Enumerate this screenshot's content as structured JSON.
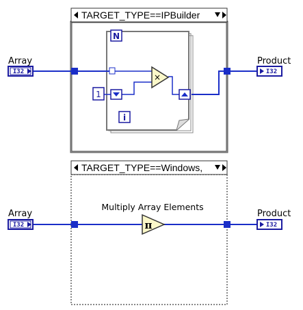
{
  "top_structure": {
    "selector_label": "TARGET_TYPE==IPBuilder",
    "left_terminal": {
      "label": "Array",
      "type": "I32"
    },
    "right_terminal": {
      "label": "Product",
      "type": "I32"
    },
    "for_loop": {
      "count_label": "N",
      "iteration_label": "i",
      "init_constant": "1",
      "multiply_symbol": "×"
    }
  },
  "bottom_structure": {
    "selector_label": "TARGET_TYPE==Windows,",
    "left_terminal": {
      "label": "Array",
      "type": "I32"
    },
    "right_terminal": {
      "label": "Product",
      "type": "I32"
    },
    "function_label": "Multiply Array Elements",
    "function_symbol": "π"
  },
  "colors": {
    "wire": "#1a2ec8",
    "terminal": "#1a1aa0",
    "node_fill": "#fbf8c9"
  }
}
